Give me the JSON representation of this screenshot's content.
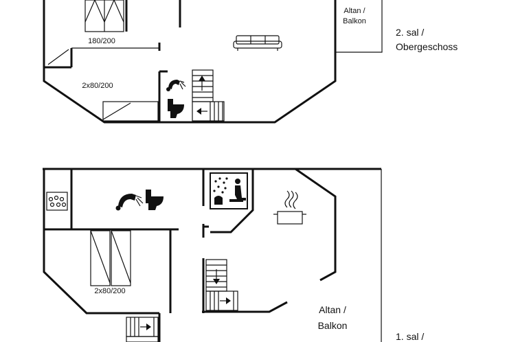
{
  "upper_floor": {
    "label_line1": "2. sal /",
    "label_line2": "Obergeschoss",
    "balcony_line1": "Altan /",
    "balcony_line2": "Balkon",
    "bed_double": "180/200",
    "bed_twin": "2x80/200"
  },
  "lower_floor": {
    "label_line1": "1. sal /",
    "balcony_line1": "Altan /",
    "balcony_line2": "Balkon",
    "bed_twin": "2x80/200"
  },
  "icons": [
    "shower-icon",
    "toilet-icon",
    "sofa-icon",
    "stairs-icon",
    "sauna-icon",
    "cooking-pot-icon",
    "stove-icon"
  ]
}
